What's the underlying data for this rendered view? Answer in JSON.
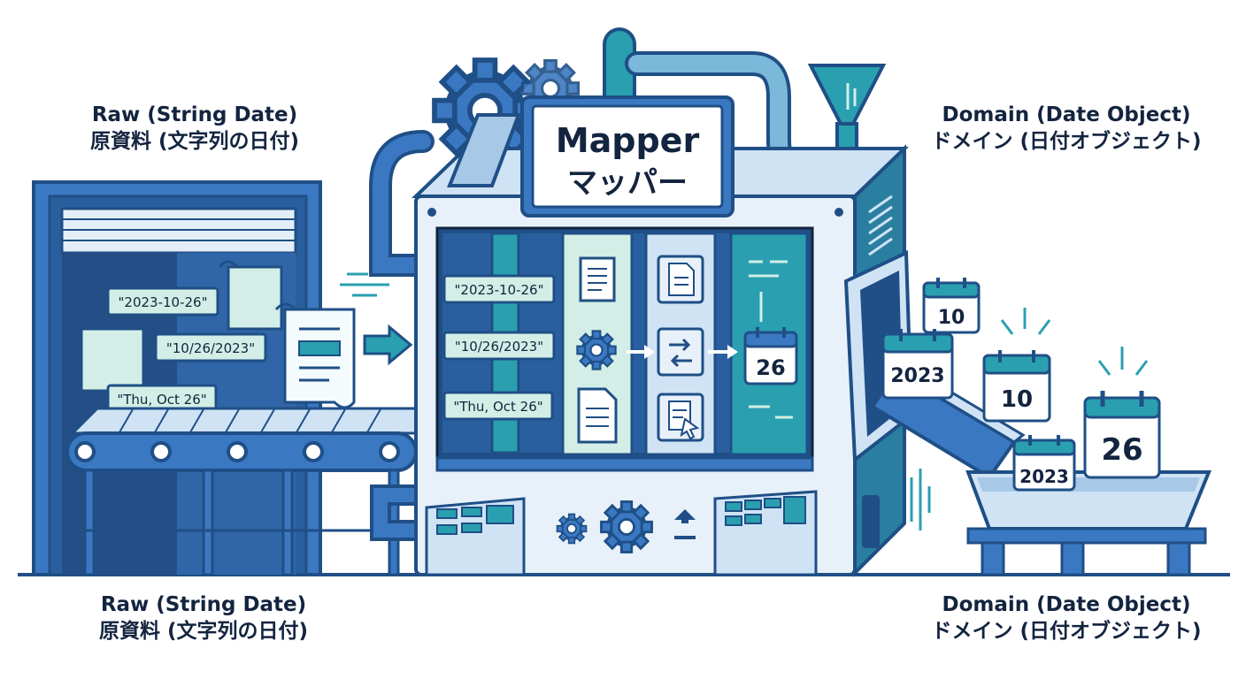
{
  "labels": {
    "raw_top": {
      "en": "Raw (String Date)",
      "ja": "原資料 (文字列の日付)"
    },
    "raw_bottom": {
      "en": "Raw (String Date)",
      "ja": "原資料 (文字列の日付)"
    },
    "domain_top": {
      "en": "Domain (Date Object)",
      "ja": "ドメイン (日付オブジェクト)"
    },
    "domain_bottom": {
      "en": "Domain (Date Object)",
      "ja": "ドメイン (日付オブジェクト)"
    }
  },
  "machine": {
    "title_en": "Mapper",
    "title_ja": "マッパー"
  },
  "raw_strings": {
    "iso": "\"2023-10-26\"",
    "us": "\"10/26/2023\"",
    "text": "\"Thu, Oct 26\""
  },
  "output_calendars": {
    "inside_machine": "26",
    "chute_top": "10",
    "chute_year": "2023",
    "falling_month": "10",
    "bin_year": "2023",
    "bin_day": "26"
  },
  "colors": {
    "outline": "#1f4f86",
    "navy": "#13243f",
    "blue": "#3b78c2",
    "light_blue": "#cfe3f5",
    "teal": "#2a9fb0",
    "mint": "#d3eee6"
  }
}
